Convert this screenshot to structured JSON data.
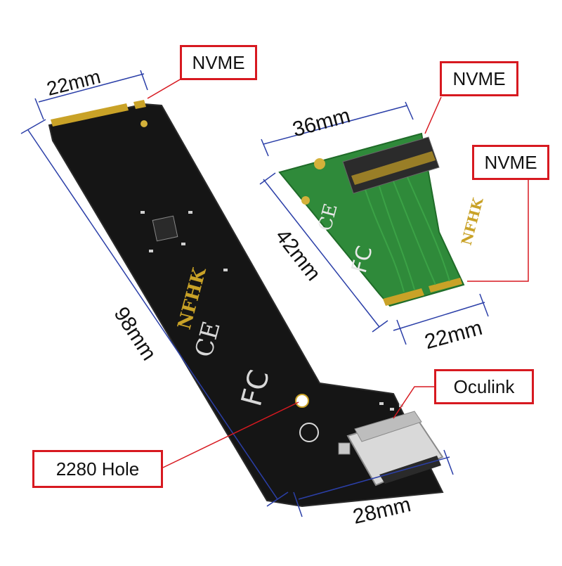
{
  "callouts": {
    "nvme_left": "NVME",
    "nvme_top_right": "NVME",
    "nvme_right": "NVME",
    "oculink": "Oculink",
    "hole": "2280 Hole"
  },
  "dimensions": {
    "left_width": "22mm",
    "left_length": "98mm",
    "left_bottom": "28mm",
    "right_width": "36mm",
    "right_height": "42mm",
    "right_bottom": "22mm"
  },
  "colors": {
    "callout_border": "#d71920",
    "dimension_line": "#2b3fa8",
    "black_pcb": "#141414",
    "green_pcb": "#2f8a3a",
    "gold": "#c9a227"
  }
}
